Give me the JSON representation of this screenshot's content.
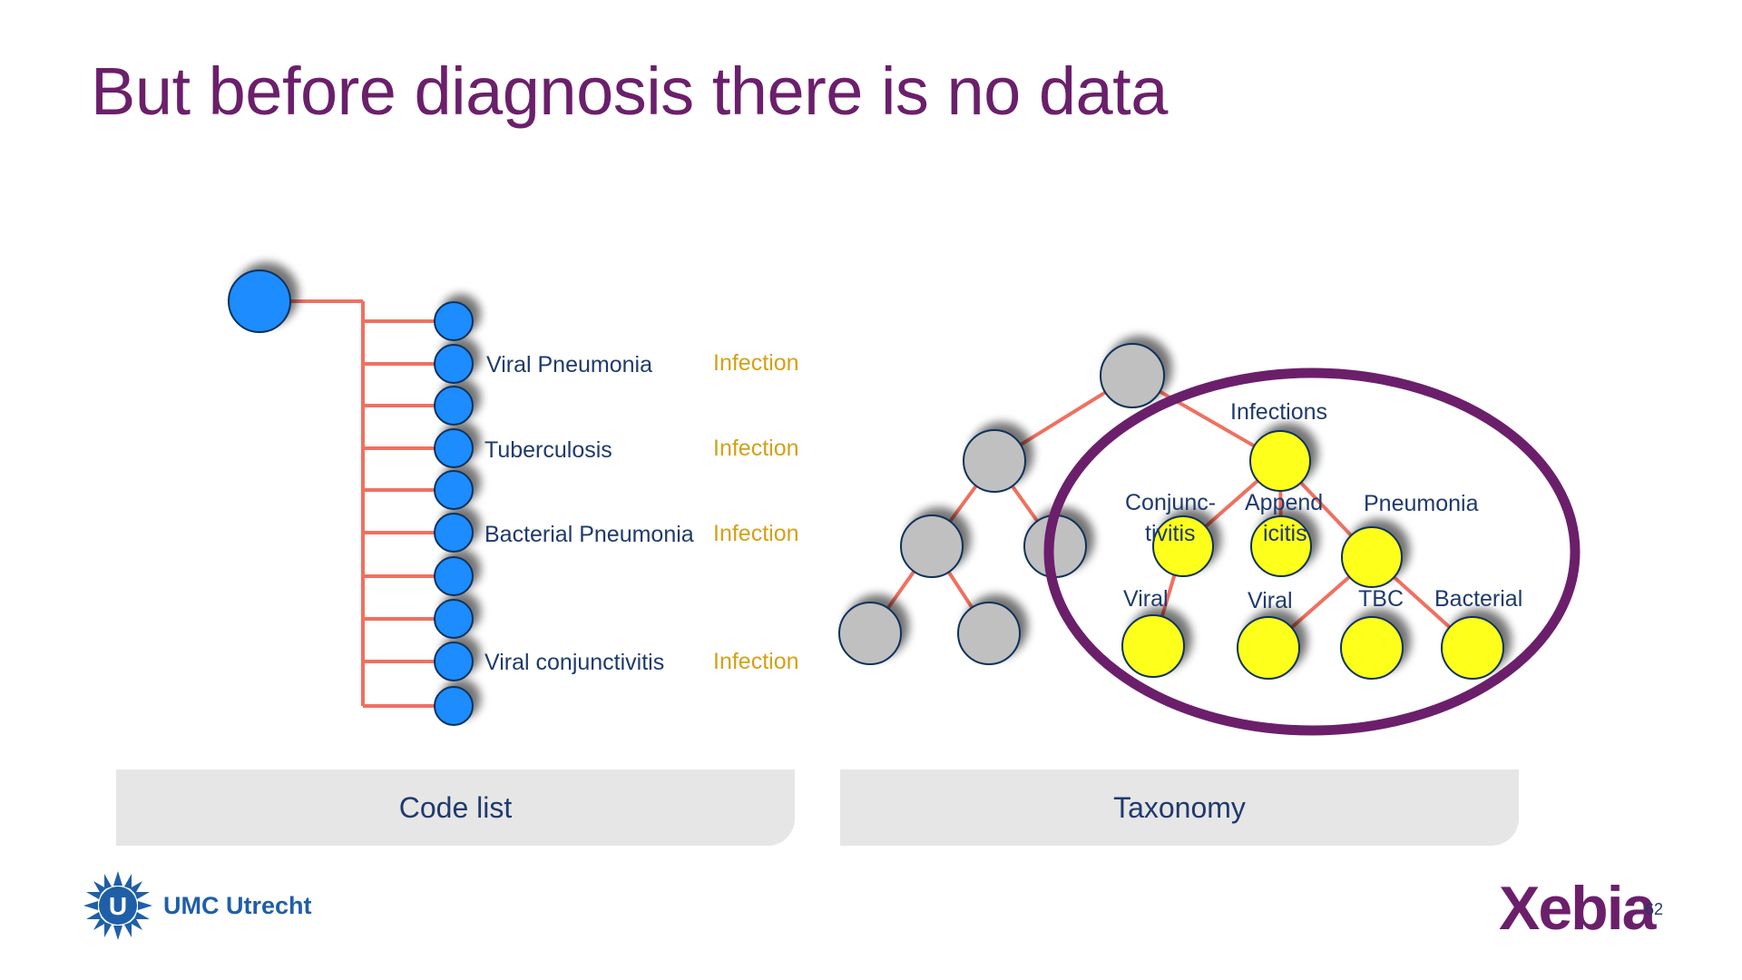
{
  "title": "But before diagnosis there is no data",
  "code_list": {
    "items": [
      {
        "label": "Viral Pneumonia",
        "category": "Infection"
      },
      {
        "label": "Tuberculosis",
        "category": "Infection"
      },
      {
        "label": "Bacterial Pneumonia",
        "category": "Infection"
      },
      {
        "label": "Viral conjunctivitis",
        "category": "Infection"
      }
    ],
    "caption": "Code list"
  },
  "taxonomy": {
    "labels": {
      "infections": "Infections",
      "conjunc_1": "Conjunc-",
      "conjunc_2": "tivitis",
      "append_1": "Append",
      "append_2": "icitis",
      "pneumonia": "Pneumonia",
      "viral_a": "Viral",
      "viral_b": "Viral",
      "tbc": "TBC",
      "bacterial": "Bacterial"
    },
    "caption": "Taxonomy"
  },
  "footer": {
    "umc_name": "UMC Utrecht",
    "umc_mark": "U",
    "xebia_name": "Xebia",
    "page_number": "62"
  },
  "colors": {
    "title": "#6b1f6b",
    "blue_node": "#1a8cff",
    "gray_node": "#c0c0c0",
    "yellow_node": "#ffff1a",
    "edge": "#f07060",
    "category_text": "#d4a017",
    "label_text": "#1f3a6d",
    "ellipse": "#6b1f6b"
  }
}
